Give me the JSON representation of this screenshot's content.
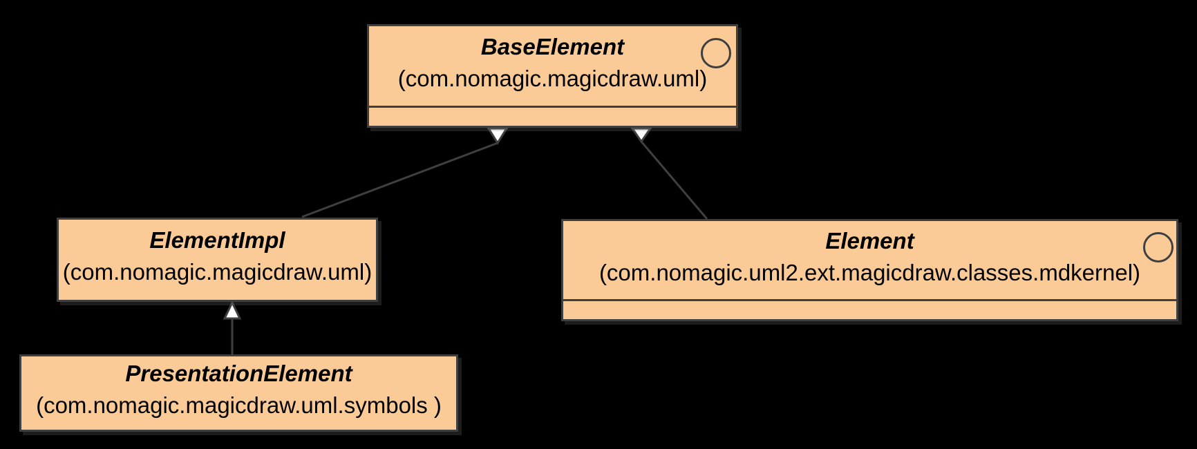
{
  "colors": {
    "background": "#000000",
    "box_fill": "#FBCB97",
    "box_border": "#3F3F3F",
    "line": "#3F3F3F",
    "arrow_fill": "#FFFFFF",
    "text": "#000000"
  },
  "classes": {
    "base_element": {
      "name": "BaseElement",
      "package": "(com.nomagic.magicdraw.uml)",
      "icon": "interface-circle-icon",
      "has_empty_compartment": true
    },
    "element_impl": {
      "name": "ElementImpl",
      "package": "(com.nomagic.magicdraw.uml)",
      "has_empty_compartment": false
    },
    "element": {
      "name": "Element",
      "package": "(com.nomagic.uml2.ext.magicdraw.classes.mdkernel)",
      "icon": "interface-circle-icon",
      "has_empty_compartment": true
    },
    "presentation_element": {
      "name": "PresentationElement",
      "package": "(com.nomagic.magicdraw.uml.symbols )",
      "has_empty_compartment": false
    }
  },
  "relationships": [
    {
      "type": "generalization",
      "from": "ElementImpl",
      "to": "BaseElement"
    },
    {
      "type": "generalization",
      "from": "Element",
      "to": "BaseElement"
    },
    {
      "type": "generalization",
      "from": "PresentationElement",
      "to": "ElementImpl"
    }
  ]
}
